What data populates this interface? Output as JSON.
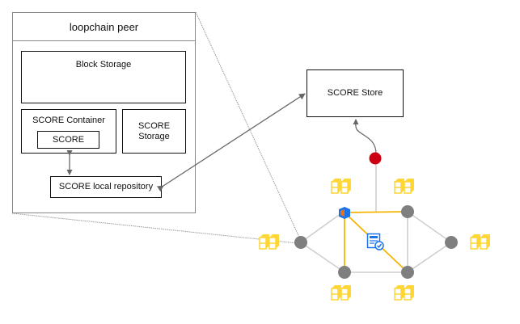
{
  "diagram": {
    "peer": {
      "title": "loopchain peer",
      "block_storage": "Block Storage",
      "score_container": "SCORE Container",
      "score": "SCORE",
      "score_storage_line1": "SCORE",
      "score_storage_line2": "Storage",
      "score_local_repository": "SCORE local repository"
    },
    "score_store": "SCORE Store",
    "colors": {
      "node": "#7f7f7f",
      "edge": "#cfcfcf",
      "highlight_edge": "#f5b400",
      "submit_node": "#cc0011",
      "building": "#ffd633",
      "cube_blue": "#1a73e8",
      "cube_orange": "#e8711a",
      "doc_blue": "#1a73e8"
    }
  }
}
